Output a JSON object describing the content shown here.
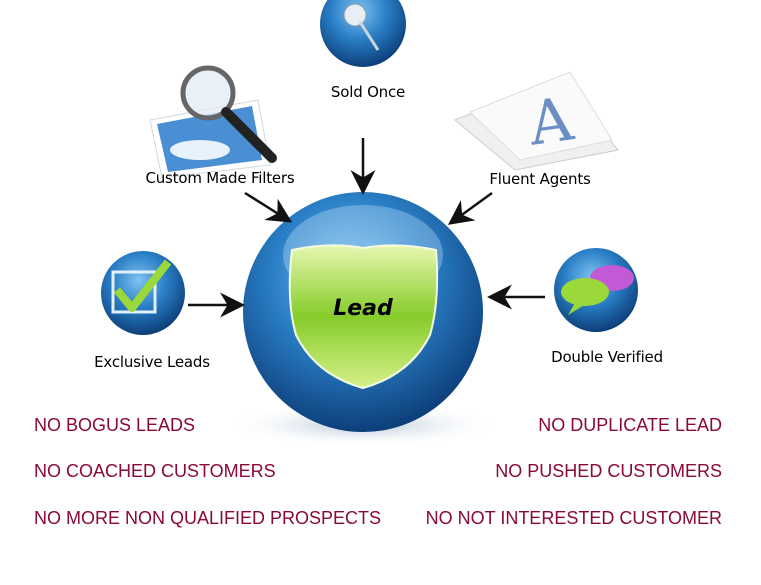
{
  "center": {
    "label": "Lead"
  },
  "features": [
    {
      "label": "Sold Once",
      "icon": "pushpin-icon"
    },
    {
      "label": "Custom Made Filters",
      "icon": "magnifier-icon"
    },
    {
      "label": "Fluent Agents",
      "icon": "document-a-icon"
    },
    {
      "label": "Exclusive Leads",
      "icon": "checkmark-icon"
    },
    {
      "label": "Double Verified",
      "icon": "chat-bubbles-icon"
    }
  ],
  "benefits_left": [
    "NO BOGUS LEADS",
    "NO COACHED CUSTOMERS",
    "NO MORE NON QUALIFIED PROSPECTS"
  ],
  "benefits_right": [
    "NO DUPLICATE LEAD",
    "NO PUSHED CUSTOMERS",
    "NO NOT INTERESTED CUSTOMER"
  ],
  "colors": {
    "benefit_text": "#8b0a32",
    "sphere": "#1f6bb0",
    "shield": "#8fd13a"
  }
}
